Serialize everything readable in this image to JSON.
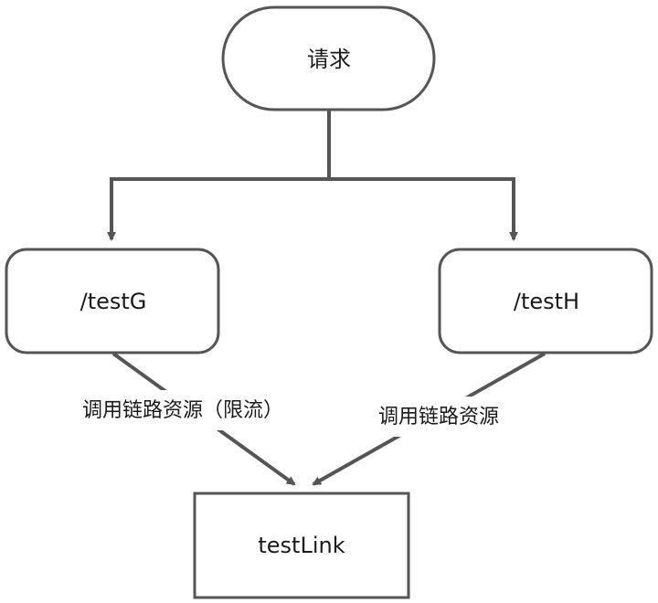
{
  "nodes": {
    "request": "请求",
    "testG": "/testG",
    "testH": "/testH",
    "testLink": "testLink"
  },
  "edges": {
    "g_to_link": "调用链路资源（限流）",
    "h_to_link": "调用链路资源"
  }
}
